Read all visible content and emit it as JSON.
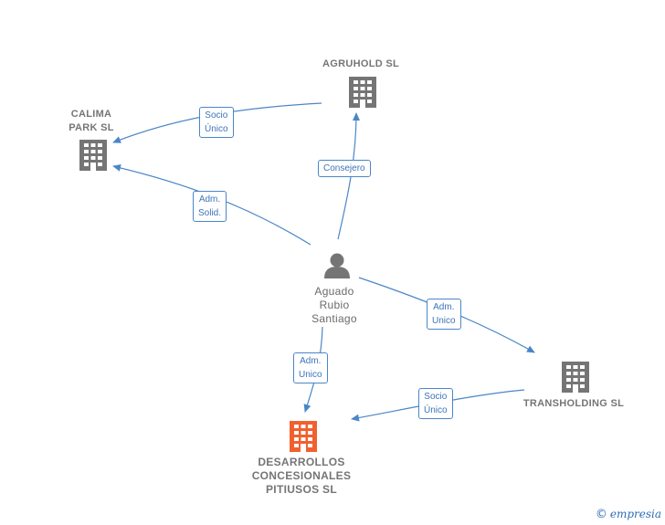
{
  "colors": {
    "edge": "#4a86c8",
    "company": "#757575",
    "highlight": "#f0612f",
    "person": "#757575"
  },
  "nodes": {
    "agruhold": {
      "label": "AGRUHOLD  SL",
      "icon": "building-icon"
    },
    "calima": {
      "label": "CALIMA\nPARK  SL",
      "icon": "building-icon"
    },
    "person": {
      "label": "Aguado\nRubio\nSantiago",
      "icon": "person-icon"
    },
    "transholding": {
      "label": "TRANSHOLDING SL",
      "icon": "building-icon"
    },
    "desarrollos": {
      "label": "DESARROLLOS\nCONCESIONALES\nPITIUSOS  SL",
      "icon": "building-icon"
    }
  },
  "edges": {
    "agruhold_calima": "Socio\nÚnico",
    "person_agruhold": "Consejero",
    "person_calima": "Adm.\nSolid.",
    "person_transholding": "Adm.\nUnico",
    "person_desarrollos": "Adm.\nUnico",
    "transholding_desarrollos": "Socio\nÚnico"
  },
  "brand": {
    "symbol": "©",
    "name": "empresia"
  }
}
